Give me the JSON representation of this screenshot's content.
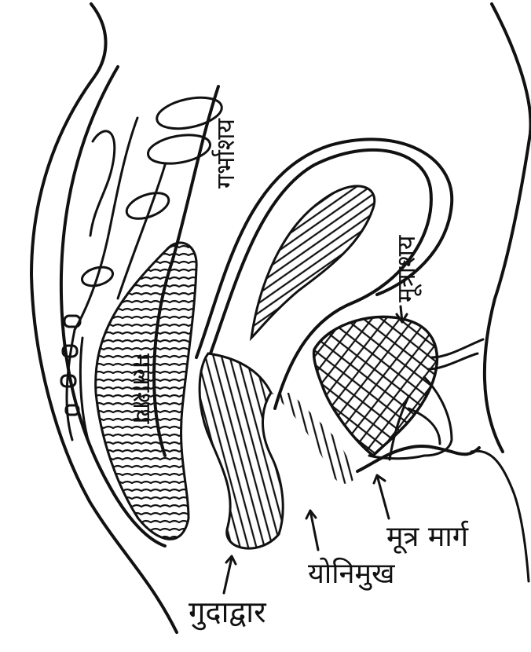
{
  "labels": {
    "uterus": "गर्भाशय",
    "bladder": "मूत्राशय",
    "rectum": "मलाशय",
    "urethra": "मूत्र मार्ग",
    "vagina_opening": "योनिमुख",
    "anus": "गुदाद्वार"
  }
}
